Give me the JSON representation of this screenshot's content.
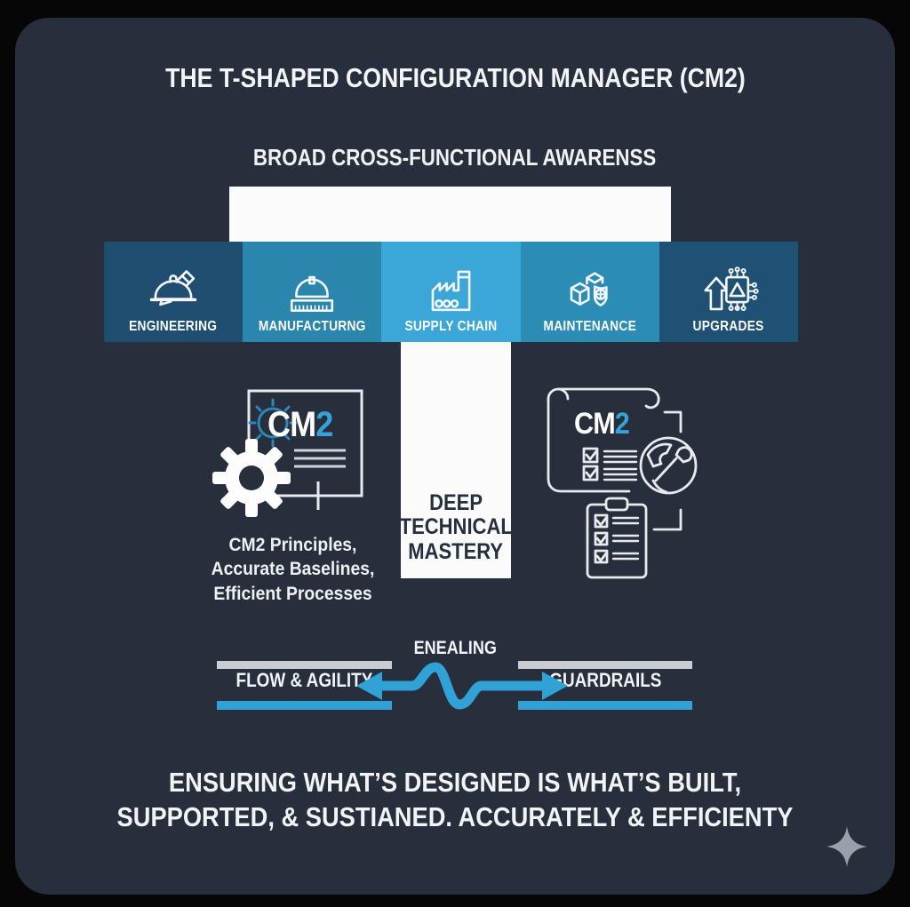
{
  "page": {
    "title": "THE T-SHAPED CONFIGURATION MANAGER (CM2)",
    "subtitle": "BROAD CROSS-FUNCTIONAL AWARENSS"
  },
  "functions_row": {
    "cells": [
      {
        "label": "ENGINEERING",
        "icon": "hard-hat-pencil-icon",
        "color": "#1f4e71"
      },
      {
        "label": "MANUFACTURNG",
        "icon": "hard-hat-ruler-icon",
        "color": "#2a86ac"
      },
      {
        "label": "SUPPLY CHAIN",
        "icon": "factory-icon",
        "color": "#3aa7d8"
      },
      {
        "label": "MAINTENANCE",
        "icon": "boxes-shield-icon",
        "color": "#2b8db6"
      },
      {
        "label": "UPGRADES",
        "icon": "upgrade-chip-icon",
        "color": "#1f5174"
      }
    ]
  },
  "stem": {
    "lines": [
      "DEEP",
      "TECHNICAL",
      "MASTERY"
    ]
  },
  "left_badge": {
    "icon": "cm2-document-gear-icon",
    "wordmark": "CM",
    "wordmark_suffix": "2",
    "caption_lines": [
      "CM2 Principles,",
      "Accurate Baselines,",
      "Efficient Processes"
    ]
  },
  "right_badge": {
    "icon": "cm2-scroll-globe-clipboard-icon",
    "wordmark": "CM",
    "wordmark_suffix": "2"
  },
  "balance": {
    "top_label": "ENEALING",
    "left_label": "FLOW & AGILITY",
    "right_label": "GUARDRAILS"
  },
  "footer": {
    "lines": [
      "ENSURING WHAT’S DESIGNED IS WHAT’S BUILT,",
      "SUPPORTED, & SUSTIANED. ACCURATELY & EFFICIENTY"
    ]
  },
  "colors": {
    "page_bg": "#060606",
    "card_bg": "#272e3c",
    "t_bar_white": "#fbfbfb",
    "accent_blue": "#31a2d6",
    "bar_gray": "#c9cdd2",
    "stem_text": "#25303f",
    "wordmark_blue": "#35a3d8",
    "sparkle_gray": "#99a0a9"
  },
  "icons": {
    "bottom_right": "sparkle-icon"
  }
}
